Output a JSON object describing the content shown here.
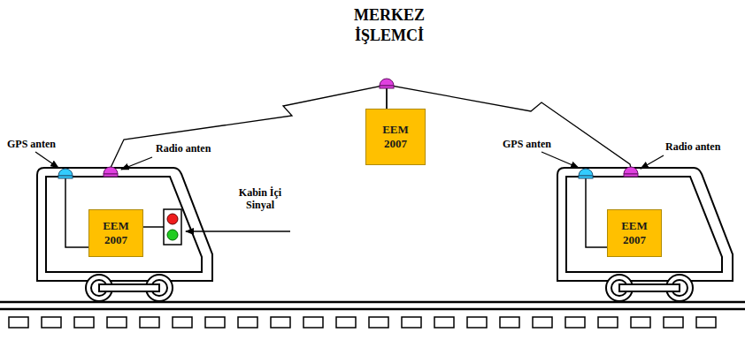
{
  "diagram": {
    "title": "MERKEZ İŞLEMCİ",
    "nodes": [
      {
        "text": [
          "EEM 2007"
        ]
      },
      {
        "text": [
          "EEM 2007"
        ]
      },
      {
        "text": [
          "EEM 2007"
        ]
      }
    ],
    "edges": [
      {
        "from": 1,
        "to": 0,
        "arrow": "none"
      },
      {
        "from": 1,
        "to": 2,
        "arrow": "none"
      }
    ],
    "labels": [
      "GPS anten",
      "Radio anten",
      "Kabin İçi Sinyal",
      "GPS anten",
      "Radio anten"
    ]
  }
}
